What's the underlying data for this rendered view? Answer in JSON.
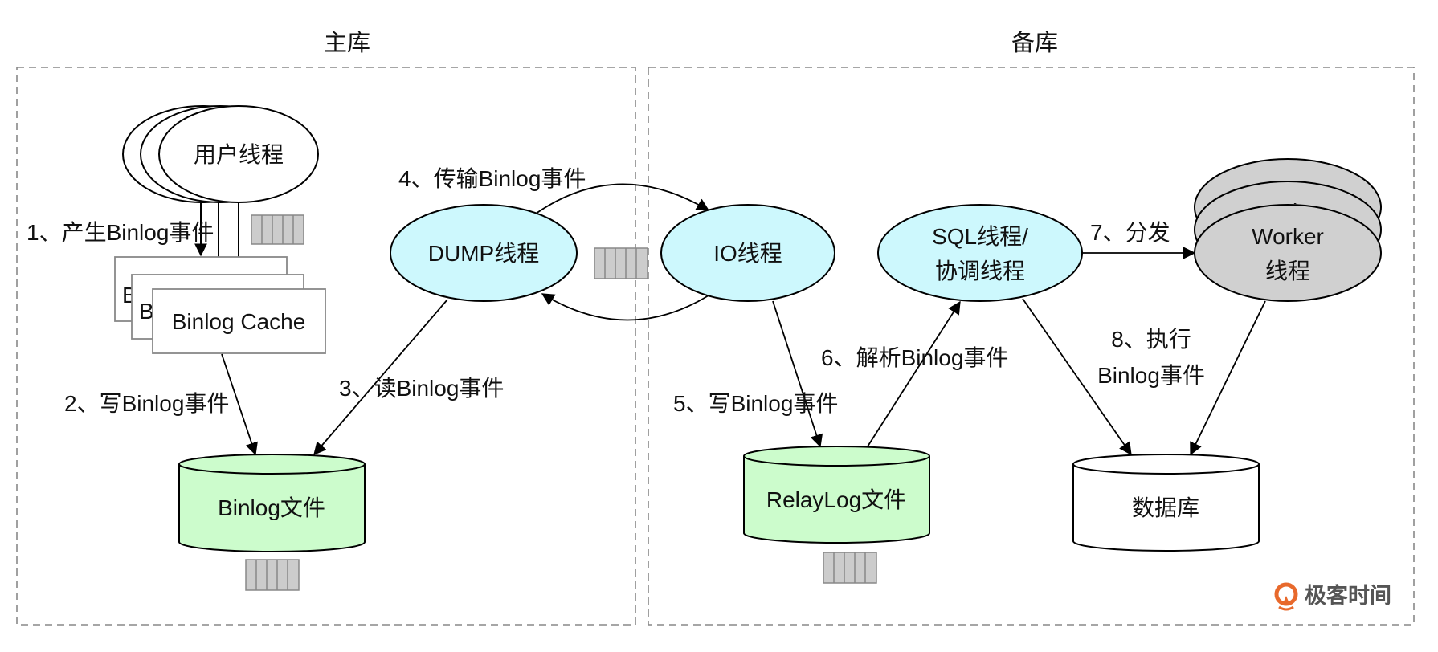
{
  "diagram": {
    "master": {
      "title": "主库",
      "user_thread": "用户线程",
      "binlog_cache": "Binlog Cache",
      "binlog_cache_back_fragment": "B",
      "dump_thread": "DUMP线程",
      "binlog_file": "Binlog文件"
    },
    "slave": {
      "title": "备库",
      "io_thread": "IO线程",
      "sql_thread_line1": "SQL线程/",
      "sql_thread_line2": "协调线程",
      "worker_line1": "Worker",
      "worker_line2": "线程",
      "relaylog_file": "RelayLog文件",
      "database": "数据库"
    },
    "steps": {
      "s1": "1、产生Binlog事件",
      "s2": "2、写Binlog事件",
      "s3": "3、读Binlog事件",
      "s4": "4、传输Binlog事件",
      "s5": "5、写Binlog事件",
      "s6": "6、解析Binlog事件",
      "s7": "7、分发",
      "s8_line1": "8、执行",
      "s8_line2": "Binlog事件"
    },
    "colors": {
      "thread_fill": "#cdf8fd",
      "file_fill": "#ccfccc",
      "worker_fill": "#d0d0d0",
      "queue_fill": "#cccccc",
      "logo_accent": "#e8692c"
    },
    "watermark": "极客时间"
  }
}
